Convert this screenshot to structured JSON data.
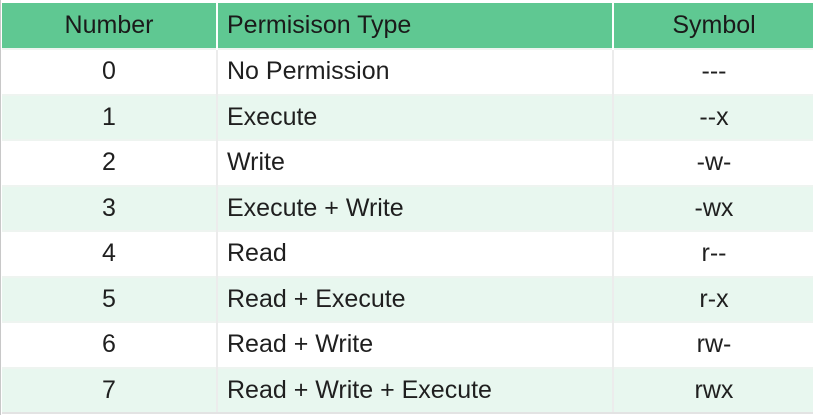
{
  "table": {
    "header": {
      "number": "Number",
      "type": "Permisison Type",
      "symbol": "Symbol"
    },
    "rows": [
      {
        "number": "0",
        "type": "No Permission",
        "symbol": "---"
      },
      {
        "number": "1",
        "type": "Execute",
        "symbol": "--x"
      },
      {
        "number": "2",
        "type": "Write",
        "symbol": "-w-"
      },
      {
        "number": "3",
        "type": "Execute + Write",
        "symbol": "-wx"
      },
      {
        "number": "4",
        "type": "Read",
        "symbol": "r--"
      },
      {
        "number": "5",
        "type": "Read + Execute",
        "symbol": "r-x"
      },
      {
        "number": "6",
        "type": "Read + Write",
        "symbol": "rw-"
      },
      {
        "number": "7",
        "type": "Read + Write + Execute",
        "symbol": "rwx"
      }
    ],
    "colors": {
      "header_bg": "#5fc892",
      "row_alt_bg": "#e8f7ef",
      "row_bg": "#ffffff"
    }
  }
}
